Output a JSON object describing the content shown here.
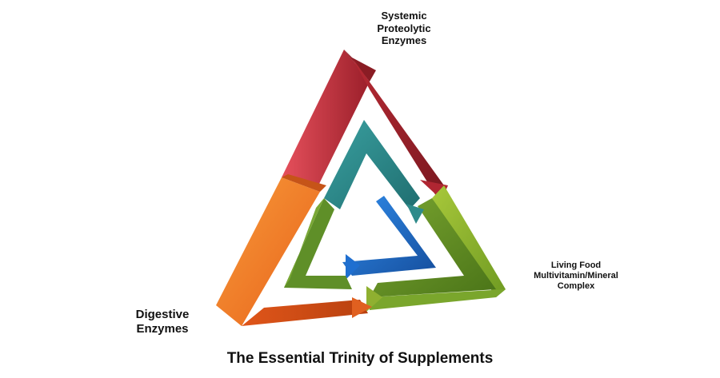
{
  "title": "The Essential Trinity of Supplements",
  "segments": [
    {
      "id": "top",
      "label_lines": [
        "Systemic",
        "Proteolytic",
        "Enzymes"
      ],
      "color": "#c0303a"
    },
    {
      "id": "right",
      "label_lines": [
        "Living Food",
        "Multivitamin/Mineral",
        "Complex"
      ],
      "color": "#8fb030"
    },
    {
      "id": "left",
      "label_lines": [
        "Digestive",
        "Enzymes"
      ],
      "color": "#f07a1e"
    }
  ],
  "inner_colors": {
    "teal": "#2e8a8a",
    "blue": "#1f6fd0",
    "green": "#5f8f28"
  }
}
